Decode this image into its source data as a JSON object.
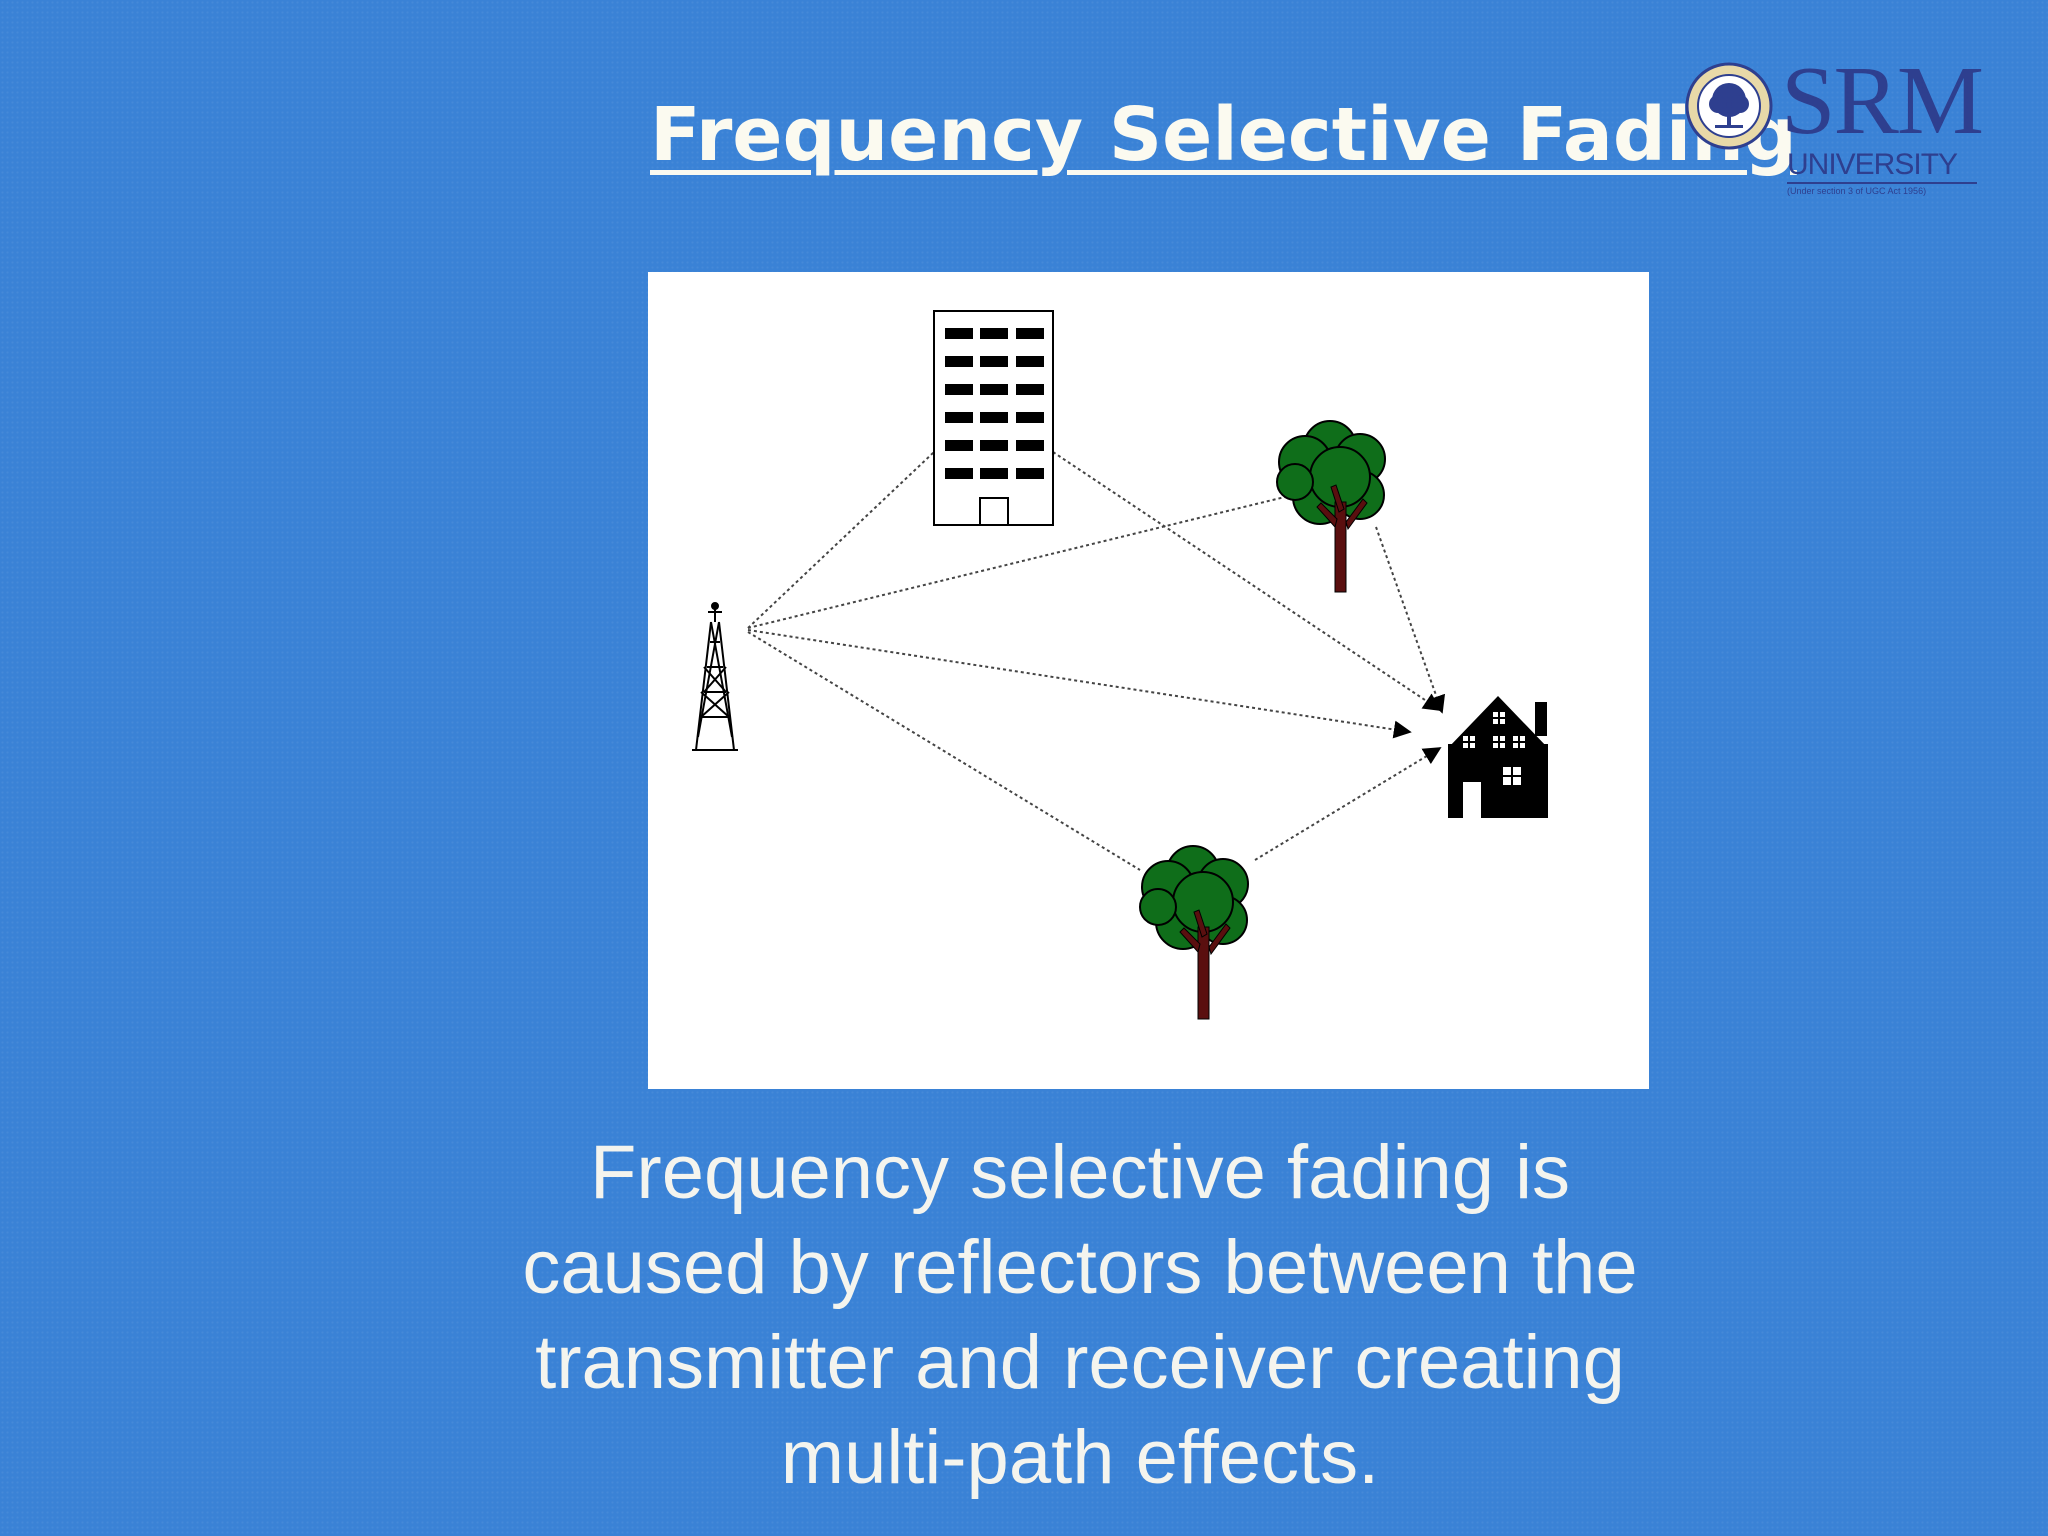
{
  "slide": {
    "title": "Frequency Selective Fading",
    "caption_lines": [
      "Frequency selective fading is",
      "caused by reflectors between the",
      "transmitter and receiver creating",
      "multi-path effects."
    ]
  },
  "logo": {
    "wordmark": "SRM",
    "subtitle": "UNIVERSITY",
    "note": "(Under section 3 of UGC Act 1956)",
    "emblem_icon": "tree-seal-icon",
    "color": "#2e3f8f"
  },
  "colors": {
    "background": "#3a82d6",
    "title_text": "#fbfaf0",
    "tree_foliage": "#0f6e1a",
    "tree_trunk": "#5a0f0f"
  },
  "diagram": {
    "icons": [
      "transmitter-tower-icon",
      "building-icon",
      "tree-icon",
      "tree-icon",
      "house-receiver-icon"
    ]
  }
}
